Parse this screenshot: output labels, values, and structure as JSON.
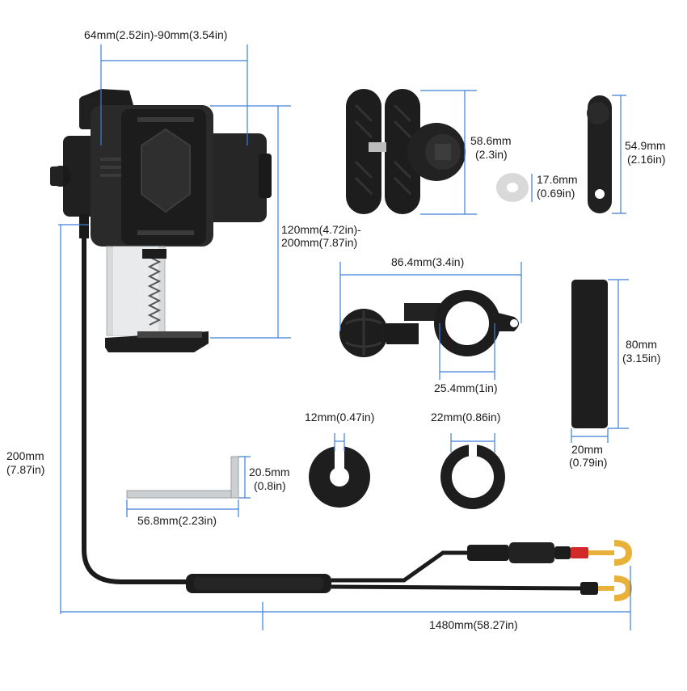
{
  "colors": {
    "dimension_line": "#3d7fd6",
    "part_dark": "#1d1d1d",
    "part_mid": "#333333",
    "metal": "#cfd2d4",
    "fuse_red": "#d22a2a",
    "terminal_gold": "#e8b23a"
  },
  "labels": {
    "clamp_width": "64mm(2.52in)-90mm(3.54in)",
    "clamp_height_1": "120mm(4.72in)-",
    "clamp_height_2": "200mm(7.87in)",
    "arm_height_mm": "58.6mm",
    "arm_height_in": "(2.3in)",
    "washer_mm": "17.6mm",
    "washer_in": "(0.69in)",
    "bracket_mm": "54.9mm",
    "bracket_in": "(2.16in)",
    "base_width": "86.4mm(3.4in)",
    "ring_diameter": "25.4mm(1in)",
    "grip_height_mm": "80mm",
    "grip_height_in": "(3.15in)",
    "grip_width_mm": "20mm",
    "grip_width_in": "(0.79in)",
    "spacer_small": "12mm(0.47in)",
    "spacer_large": "22mm(0.86in)",
    "wrench_height_mm": "20.5mm",
    "wrench_height_in": "(0.8in)",
    "wrench_length": "56.8mm(2.23in)",
    "cable_drop_mm": "200mm",
    "cable_drop_in": "(7.87in)",
    "cable_length": "1480mm(58.27in)"
  }
}
